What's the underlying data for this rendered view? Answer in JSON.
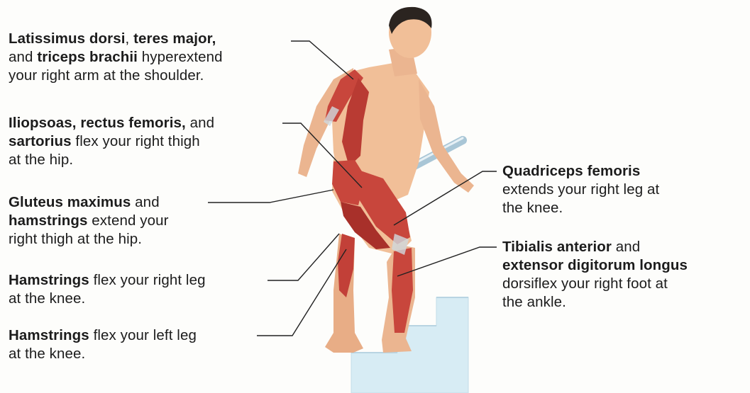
{
  "annotations": [
    {
      "id": "lat",
      "lines": [
        [
          {
            "t": "Latissimus dorsi",
            "b": true
          },
          {
            "t": ", ",
            "b": false
          },
          {
            "t": "teres major,",
            "b": true
          }
        ],
        [
          {
            "t": "and ",
            "b": false
          },
          {
            "t": "triceps brachii",
            "b": true
          },
          {
            "t": " hyperextend",
            "b": false
          }
        ],
        [
          {
            "t": "your right arm at the shoulder.",
            "b": false
          }
        ]
      ]
    },
    {
      "id": "ilio",
      "lines": [
        [
          {
            "t": "Iliopsoas, rectus femoris,",
            "b": true
          },
          {
            "t": " and",
            "b": false
          }
        ],
        [
          {
            "t": "sartorius",
            "b": true
          },
          {
            "t": " flex your right thigh",
            "b": false
          }
        ],
        [
          {
            "t": "at the hip.",
            "b": false
          }
        ]
      ]
    },
    {
      "id": "glut",
      "lines": [
        [
          {
            "t": "Gluteus maximus",
            "b": true
          },
          {
            "t": " and",
            "b": false
          }
        ],
        [
          {
            "t": "hamstrings",
            "b": true
          },
          {
            "t": " extend your",
            "b": false
          }
        ],
        [
          {
            "t": "right thigh at the hip.",
            "b": false
          }
        ]
      ]
    },
    {
      "id": "hamr",
      "lines": [
        [
          {
            "t": "Hamstrings",
            "b": true
          },
          {
            "t": " flex your right leg",
            "b": false
          }
        ],
        [
          {
            "t": "at the knee.",
            "b": false
          }
        ]
      ]
    },
    {
      "id": "haml",
      "lines": [
        [
          {
            "t": "Hamstrings",
            "b": true
          },
          {
            "t": " flex your left leg",
            "b": false
          }
        ],
        [
          {
            "t": "at the knee.",
            "b": false
          }
        ]
      ]
    },
    {
      "id": "quad",
      "lines": [
        [
          {
            "t": "Quadriceps femoris",
            "b": true
          }
        ],
        [
          {
            "t": "extends your right leg at",
            "b": false
          }
        ],
        [
          {
            "t": "the knee.",
            "b": false
          }
        ]
      ]
    },
    {
      "id": "tib",
      "lines": [
        [
          {
            "t": "Tibialis anterior",
            "b": true
          },
          {
            "t": " and",
            "b": false
          }
        ],
        [
          {
            "t": "extensor digitorum longus",
            "b": true
          }
        ],
        [
          {
            "t": "dorsiflex your right foot at",
            "b": false
          }
        ],
        [
          {
            "t": "the ankle.",
            "b": false
          }
        ]
      ]
    }
  ],
  "colors": {
    "skin": "#f1bf98",
    "skin_shadow": "#dc9a72",
    "muscle": "#c8463c",
    "muscle_dark": "#9e2a24",
    "tendon": "#cfd9df",
    "stairs": "#d7ecf4",
    "rail": "#a9c6d6",
    "hair": "#2b2420",
    "leader": "#222222"
  }
}
